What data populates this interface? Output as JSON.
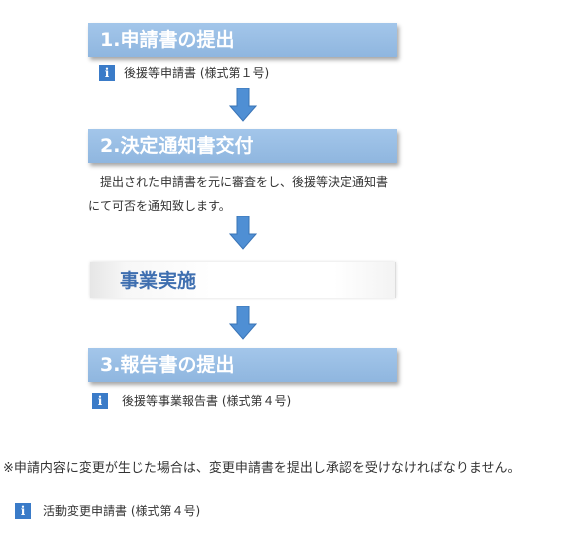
{
  "steps": [
    {
      "label": "1.申請書の提出"
    },
    {
      "label": "2.決定通知書交付"
    },
    {
      "label": "3.報告書の提出"
    }
  ],
  "execute_label": "事業実施",
  "docs": {
    "step1": "後援等申請書 (様式第１号)",
    "step3": "後援等事業報告書 (様式第４号)",
    "change": "活動変更申請書 (様式第４号)"
  },
  "description": "提出された申請書を元に審査をし、後援等決定通知書にて可否を通知致します。",
  "note": "※申請内容に変更が生じた場合は、変更申請書を提出し承認を受けなければなりません。",
  "icons": {
    "info": "info-icon",
    "arrow": "down-arrow-icon"
  },
  "colors": {
    "step_box": "#9cc1e8",
    "step_text": "#ffffff",
    "execute_text": "#3f6fb0",
    "arrow": "#4f8fd4",
    "info_icon": "#3a7bc8"
  }
}
